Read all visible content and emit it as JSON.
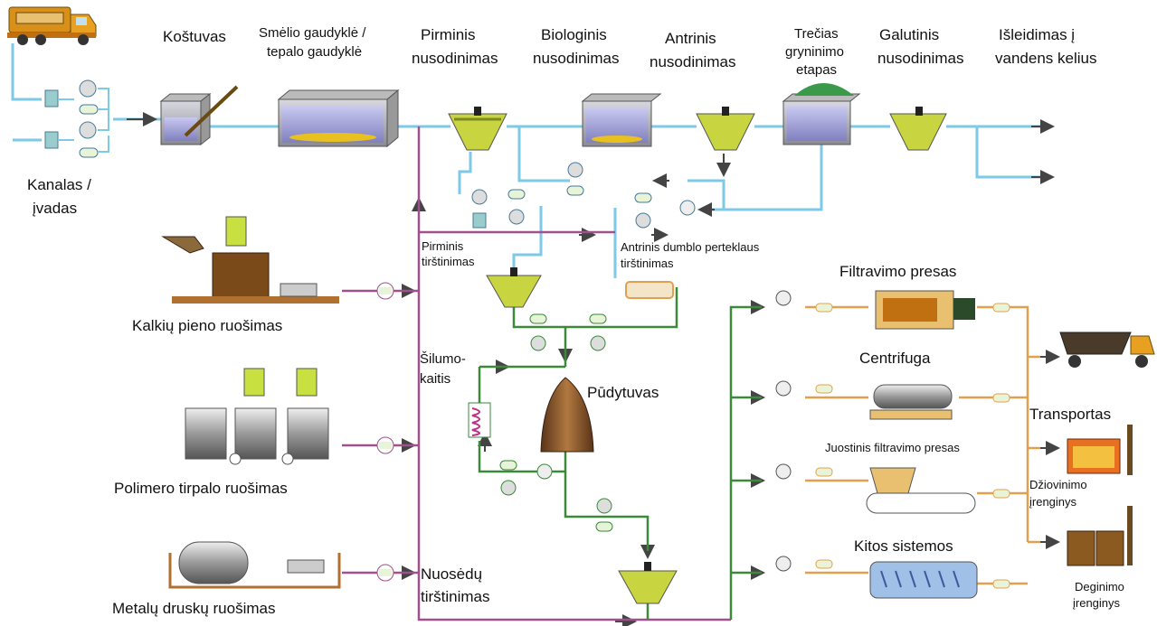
{
  "stages": {
    "screen": "Koštuvas",
    "grit_line1": "Smėlio gaudyklė /",
    "grit_line2": "tepalo gaudyklė",
    "primary_line1": "Pirminis",
    "primary_line2": "nusodinimas",
    "bio_line1": "Biologinis",
    "bio_line2": "nusodinimas",
    "secondary_line1": "Antrinis",
    "secondary_line2": "nusodinimas",
    "tertiary_line1": "Trečias",
    "tertiary_line2": "gryninimo",
    "tertiary_line3": "etapas",
    "final_line1": "Galutinis",
    "final_line2": "nusodinimas",
    "discharge_line1": "Išleidimas į",
    "discharge_line2": "vandens kelius"
  },
  "inlet": {
    "line1": "Kanalas /",
    "line2": "įvadas"
  },
  "chemicals": {
    "lime": "Kalkių pieno ruošimas",
    "polymer": "Polimero tirpalo ruošimas",
    "metal_salts": "Metalų druskų ruošimas"
  },
  "sludge": {
    "primary_thick_line1": "Pirminis",
    "primary_thick_line2": "tirštinimas",
    "secondary_thick_line1": "Antrinis dumblo perteklaus",
    "secondary_thick_line2": "tirštinimas",
    "heat_exchanger_line1": "Šilumo-",
    "heat_exchanger_line2": "kaitis",
    "digester": "Pūdytuvas",
    "sediment_thick_line1": "Nuosėdų",
    "sediment_thick_line2": "tirštinimas"
  },
  "dewatering": {
    "filter_press": "Filtravimo presas",
    "centrifuge": "Centrifuga",
    "belt_press": "Juostinis filtravimo presas",
    "other": "Kitos sistemos"
  },
  "disposal": {
    "transport": "Transportas",
    "dryer_line1": "Džiovinimo",
    "dryer_line2": "įrenginys",
    "incinerator_line1": "Deginimo",
    "incinerator_line2": "įrenginys"
  },
  "colors": {
    "water_line": "#7ec8e8",
    "sludge_line": "#3a8a3a",
    "chem_line": "#a0508a",
    "dewater_line": "#e0a050",
    "truck_yellow": "#e8a020",
    "tank_gray": "#8a8a8a",
    "sludge_yellow": "#c8d440",
    "digester_brown": "#8a5a30"
  }
}
